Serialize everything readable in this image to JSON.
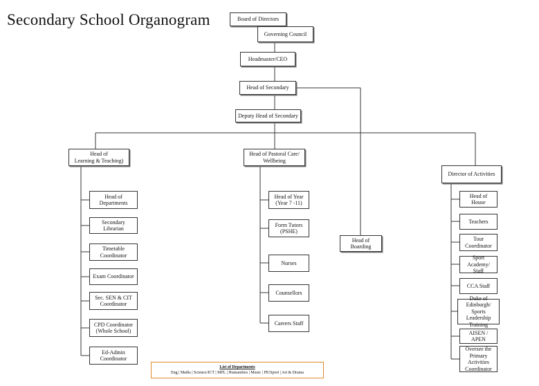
{
  "title": "Secondary  School Organogram",
  "nodes": {
    "board": "Board of Directors",
    "council": "Governing Council",
    "headmaster": "Headmaster/CEO",
    "head_secondary": "Head of Secondary",
    "deputy": "Deputy Head of Secondary",
    "learning": "Head of\nLearning & Teaching)",
    "pastoral": "Head of Pastoral Care/\nWellbeing",
    "activities": "Director of Activities",
    "boarding": "Head of\nBoarding",
    "learning_items": [
      "Head of\nDepartments",
      "Secondary\nLibrarian",
      "Timetable\nCoordinator",
      "Exam Coordinator",
      "Sec. SEN & CIT\nCoordinator",
      "CPD Coordinator\n(Whole School)",
      "Ed-Admin\nCoordinator"
    ],
    "pastoral_items": [
      "Head of Year\n(Year 7 -11)",
      "Form Tutors\n(PSHE)",
      "Nurses",
      "Counsellors",
      "Careers Staff"
    ],
    "activities_items": [
      "Head of\nHouse",
      "Teachers",
      "Tour\nCoordinator",
      "Sport\nAcademy/ Staff",
      "CCA Staff",
      "Duke of\nEdinburgh/\nSports Leadership\nTraining",
      "AISEN / APEN",
      "Oversee the\nPrimary\nActivities\nCoordinator"
    ]
  },
  "legend": {
    "title": "List of Departments",
    "items": "Eng  | Maths | Science/ICT  | MFL | Humanities | Music |  PE/Sport | Art & Drama"
  }
}
